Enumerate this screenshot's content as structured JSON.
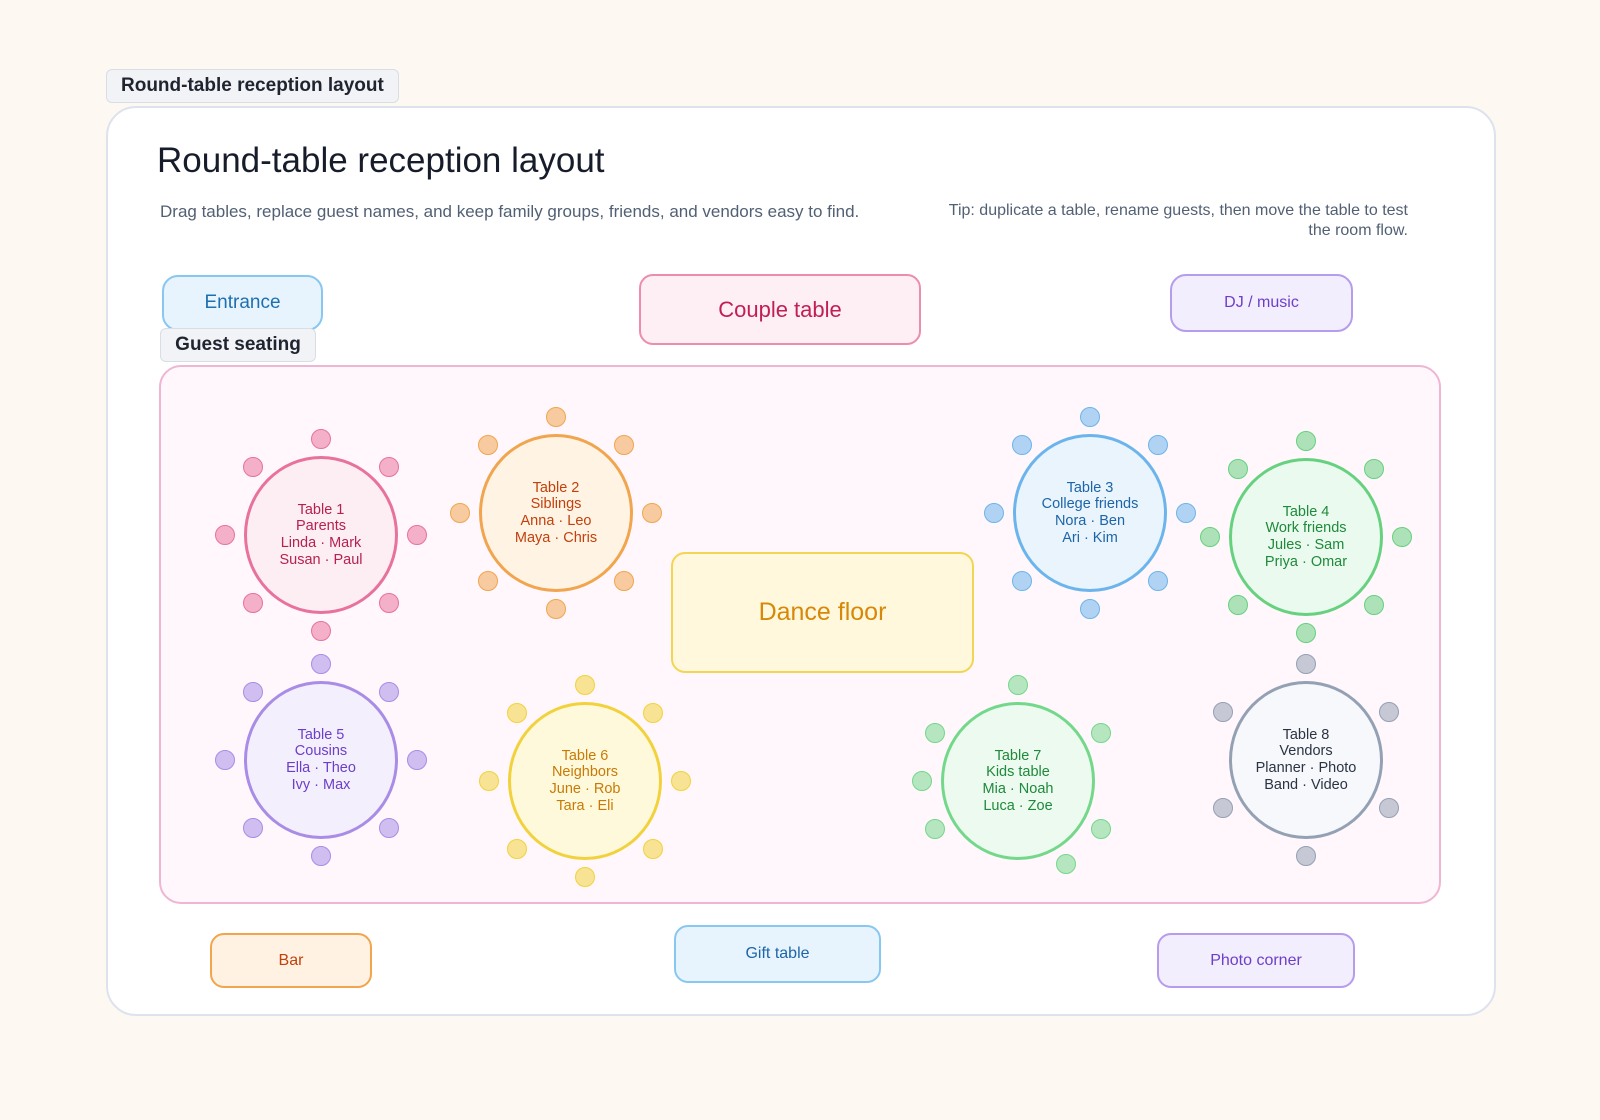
{
  "frame_label": "Round-table reception layout",
  "title": "Round-table reception layout",
  "subtitle": "Drag tables, replace guest names, and keep family groups, friends, and vendors easy to find.",
  "tip": "Tip: duplicate a table, rename guests, then move the table to test the room flow.",
  "zones": {
    "entrance": "Entrance",
    "couple_table": "Couple table",
    "dj": "DJ / music",
    "seating": "Guest seating",
    "dance_floor": "Dance floor",
    "bar": "Bar",
    "gift_table": "Gift table",
    "photo_corner": "Photo corner"
  },
  "tables": [
    {
      "name": "Table 1",
      "group": "Parents",
      "guests_1": "Linda · Mark",
      "guests_2": "Susan · Paul",
      "seats": 8,
      "color": "#e8729c",
      "fill": "#fdeef4",
      "text": "#b5224f"
    },
    {
      "name": "Table 2",
      "group": "Siblings",
      "guests_1": "Anna · Leo",
      "guests_2": "Maya · Chris",
      "seats": 8,
      "color": "#f0a54e",
      "fill": "#fff3e4",
      "text": "#c2410c"
    },
    {
      "name": "Table 3",
      "group": "College friends",
      "guests_1": "Nora · Ben",
      "guests_2": "Ari · Kim",
      "seats": 8,
      "color": "#6cb4ec",
      "fill": "#e9f4fd",
      "text": "#1d65a8"
    },
    {
      "name": "Table 4",
      "group": "Work friends",
      "guests_1": "Jules · Sam",
      "guests_2": "Priya · Omar",
      "seats": 8,
      "color": "#66d17f",
      "fill": "#ebfaef",
      "text": "#1f8a3b"
    },
    {
      "name": "Table 5",
      "group": "Cousins",
      "guests_1": "Ella · Theo",
      "guests_2": "Ivy · Max",
      "seats": 8,
      "color": "#a98ce6",
      "fill": "#f3effd",
      "text": "#6d3fc8"
    },
    {
      "name": "Table 6",
      "group": "Neighbors",
      "guests_1": "June · Rob",
      "guests_2": "Tara · Eli",
      "seats": 8,
      "color": "#f2d23c",
      "fill": "#fff9dc",
      "text": "#c77b06"
    },
    {
      "name": "Table 7",
      "group": "Kids table",
      "guests_1": "Mia · Noah",
      "guests_2": "Luca · Zoe",
      "seats": 7,
      "color": "#74d88b",
      "fill": "#ecfaef",
      "text": "#1f8a3b"
    },
    {
      "name": "Table 8",
      "group": "Vendors",
      "guests_1": "Planner · Photo",
      "guests_2": "Band · Video",
      "seats": 6,
      "color": "#94a0b4",
      "fill": "#f6f8fb",
      "text": "#2c3444"
    }
  ]
}
